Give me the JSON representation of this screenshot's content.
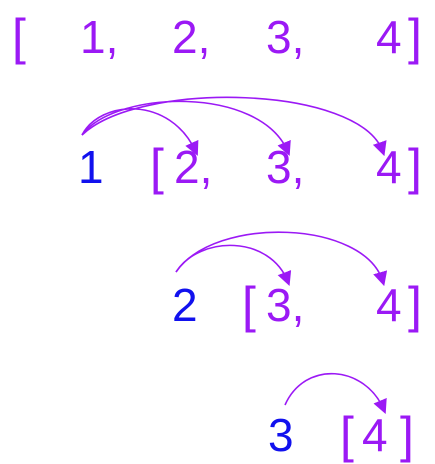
{
  "colors": {
    "list": "#9b19f5",
    "pivot": "#1111ee",
    "arrow": "#9b19f5"
  },
  "row1": {
    "open": "[",
    "items": [
      "1,",
      "2,",
      "3,",
      "4"
    ],
    "close": "]"
  },
  "row2": {
    "pivot": "1",
    "open": "[",
    "items": [
      "2,",
      "3,",
      "4"
    ],
    "close": "]"
  },
  "row3": {
    "pivot": "2",
    "open": "[",
    "items": [
      "3,",
      "4"
    ],
    "close": "]"
  },
  "row4": {
    "pivot": "3",
    "open": "[",
    "items": [
      "4"
    ],
    "close": "]"
  }
}
